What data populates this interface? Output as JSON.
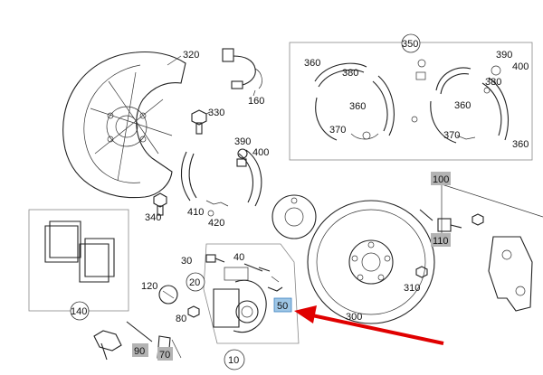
{
  "diagram": {
    "callouts": {
      "c10": "10",
      "c20": "20",
      "c30": "30",
      "c40": "40",
      "c50": "50",
      "c70": "70",
      "c80": "80",
      "c90": "90",
      "c100": "100",
      "c110": "110",
      "c120": "120",
      "c140": "140",
      "c160": "160",
      "c300": "300",
      "c310": "310",
      "c320": "320",
      "c330": "330",
      "c340": "340",
      "c350": "350",
      "c360a": "360",
      "c360b": "360",
      "c360c": "360",
      "c360d": "360",
      "c370a": "370",
      "c370b": "370",
      "c380a": "380",
      "c380b": "380",
      "c390a": "390",
      "c390b": "390",
      "c400a": "400",
      "c400b": "400",
      "c410": "410",
      "c420": "420"
    },
    "highlight": {
      "callout": "50",
      "fill": "#9ec6e6",
      "stroke": "#3a7fc0"
    },
    "grey_tag_fill": "#b3b3b3",
    "arrow_color": "#e00000"
  }
}
